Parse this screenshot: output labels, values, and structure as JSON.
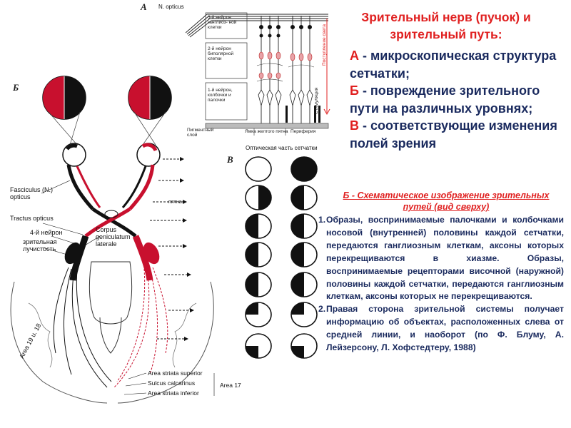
{
  "title": "Зрительный нерв (пучок) и зрительный путь:",
  "legend": [
    {
      "key": "А",
      "text": " - микроскопическая структура сетчатки;"
    },
    {
      "key": "Б",
      "text": " - повреждение зрительного пути на различных уровнях;"
    },
    {
      "key": "В",
      "text": " - соответствующие изменения полей зрения"
    }
  ],
  "subtitle": "Б - Схематическое изображение зрительных путей (вид сверху)",
  "notes": [
    {
      "num": "1.",
      "text": "Образы, воспринимаемые палочками и колбочками носовой (внутренней) половины каждой сетчатки, передаются ганглиозным клеткам, аксоны которых перекрещиваются в хиазме. Образы, воспринимаемые рецепторами височной (наружной) половины каждой сетчатки, передаются ганглиозным клеткам, аксоны которых не перекрещиваются."
    },
    {
      "num": "2.",
      "text": "Правая сторона зрительной системы получает информацию об объектах, расположенных слева от средней линии, и наоборот (по Ф. Блуму, А. Лейзерсону, Л. Хофстедтеру, 1988)"
    }
  ],
  "panel_a": {
    "letter": "А",
    "n_opticus": "N. opticus",
    "layer_3": "3-й нейрон ганглиоз- ной клетки",
    "layer_2": "2-й нейрон биполярной клетки",
    "layer_1": "1-й нейрон, колбочки и палочки",
    "pigment": "Пигментный слой",
    "fovea": "Ямка желтого пятна",
    "periphery": "Периферия",
    "light": "Поступление света",
    "stimulation": "Стимуляция"
  },
  "panel_b": {
    "letter": "Б",
    "fasciculus": "Fasciculus (N.) opticus",
    "tractus": "Tractus opticus",
    "neuron4": "4-й нейрон",
    "lucidity": "зрительная лучистость",
    "corpus": "Corpus geniculatum laterale",
    "spot": "пятна",
    "area19": "Area 19 u. 18",
    "striata_sup": "Area striata superior",
    "sulcus": "Sulcus calcarinus",
    "striata_inf": "Area striata inferior",
    "area17": "Area 17"
  },
  "panel_c": {
    "letter": "В",
    "header": "Оптическая часть сетчатки"
  },
  "colors": {
    "title_red": "#e02020",
    "body_navy": "#1a2a5e",
    "path_red": "#c8102e"
  }
}
